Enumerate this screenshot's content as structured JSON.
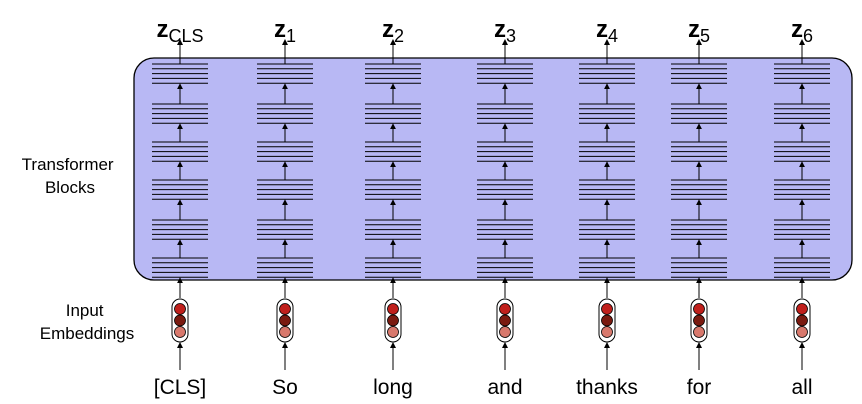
{
  "outputs": [
    {
      "base": "z",
      "sub": "CLS"
    },
    {
      "base": "z",
      "sub": "1"
    },
    {
      "base": "z",
      "sub": "2"
    },
    {
      "base": "z",
      "sub": "3"
    },
    {
      "base": "z",
      "sub": "4"
    },
    {
      "base": "z",
      "sub": "5"
    },
    {
      "base": "z",
      "sub": "6"
    }
  ],
  "tokens": [
    "[CLS]",
    "So",
    "long",
    "and",
    "thanks",
    "for",
    "all"
  ],
  "transformer_label": [
    "Transformer",
    "Blocks"
  ],
  "embedding_label": [
    "Input",
    "Embeddings"
  ],
  "num_blocks": 6,
  "colors": {
    "panel_fill": "#b8b8f4",
    "panel_stroke": "#000000",
    "embed_top": "#c0201c",
    "embed_mid": "#7a1a10",
    "embed_bottom": "#d8786c"
  }
}
